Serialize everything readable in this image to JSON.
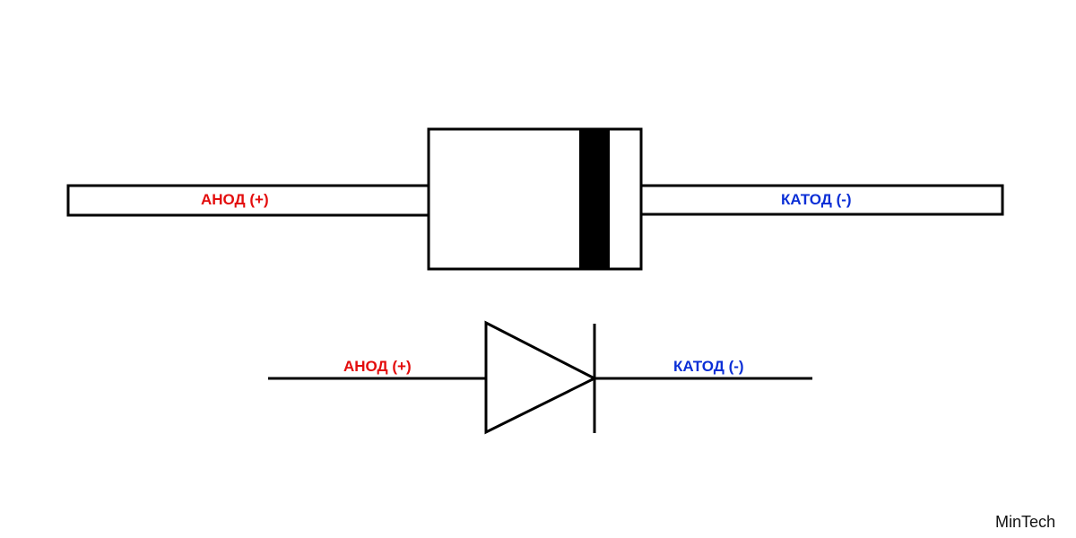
{
  "physical_diode": {
    "anode_label": "АНОД (+)",
    "cathode_label": "КАТОД (-)"
  },
  "schematic_symbol": {
    "anode_label": "АНОД (+)",
    "cathode_label": "КАТОД (-)"
  },
  "watermark": "MinTech",
  "colors": {
    "anode": "#e30d0d",
    "cathode": "#0b2fd6",
    "outline": "#000000",
    "cathode_band": "#000000",
    "background": "#ffffff"
  }
}
